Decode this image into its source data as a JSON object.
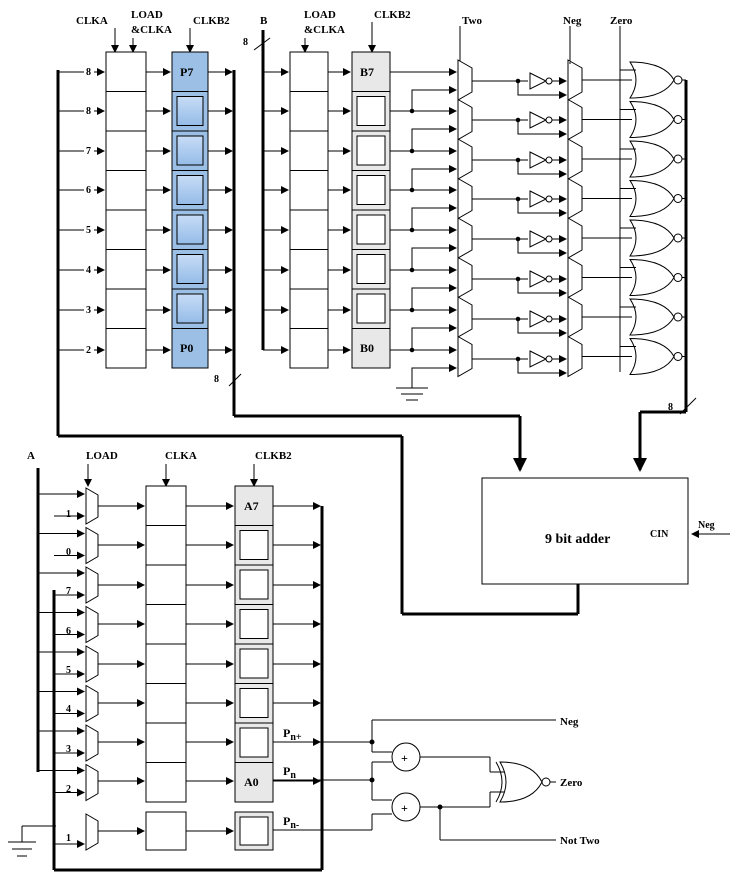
{
  "top_signals": {
    "clka": "CLKA",
    "load_clka_1": "LOAD",
    "load_clka_2": "&CLKA",
    "clkb2": "CLKB2",
    "b": "B",
    "two": "Two",
    "neg": "Neg",
    "zero": "Zero"
  },
  "bus_width": "8",
  "p_mux_inputs": [
    "8",
    "8",
    "7",
    "6",
    "5",
    "4",
    "3",
    "2"
  ],
  "p_register": {
    "top": "P7",
    "bottom": "P0"
  },
  "b_register": {
    "top": "B7",
    "bottom": "B0"
  },
  "lower_signals": {
    "a": "A",
    "load": "LOAD",
    "clka": "CLKA",
    "clkb2": "CLKB2"
  },
  "a_mux_inputs": [
    "1",
    "0",
    "7",
    "6",
    "5",
    "4",
    "3",
    "2",
    "1"
  ],
  "a_register": {
    "top": "A7",
    "bottom": "A0"
  },
  "p_outputs": {
    "pn_plus": "P",
    "pn_plus_sub": "n+",
    "pn": "P",
    "pn_sub": "n",
    "pn_minus": "P",
    "pn_minus_sub": "n-"
  },
  "adder": {
    "label": "9 bit adder",
    "cin": "CIN",
    "neg_input": "Neg"
  },
  "decoder_outputs": {
    "neg": "Neg",
    "zero": "Zero",
    "not_two": "Not Two"
  },
  "xor_symbol": "+"
}
